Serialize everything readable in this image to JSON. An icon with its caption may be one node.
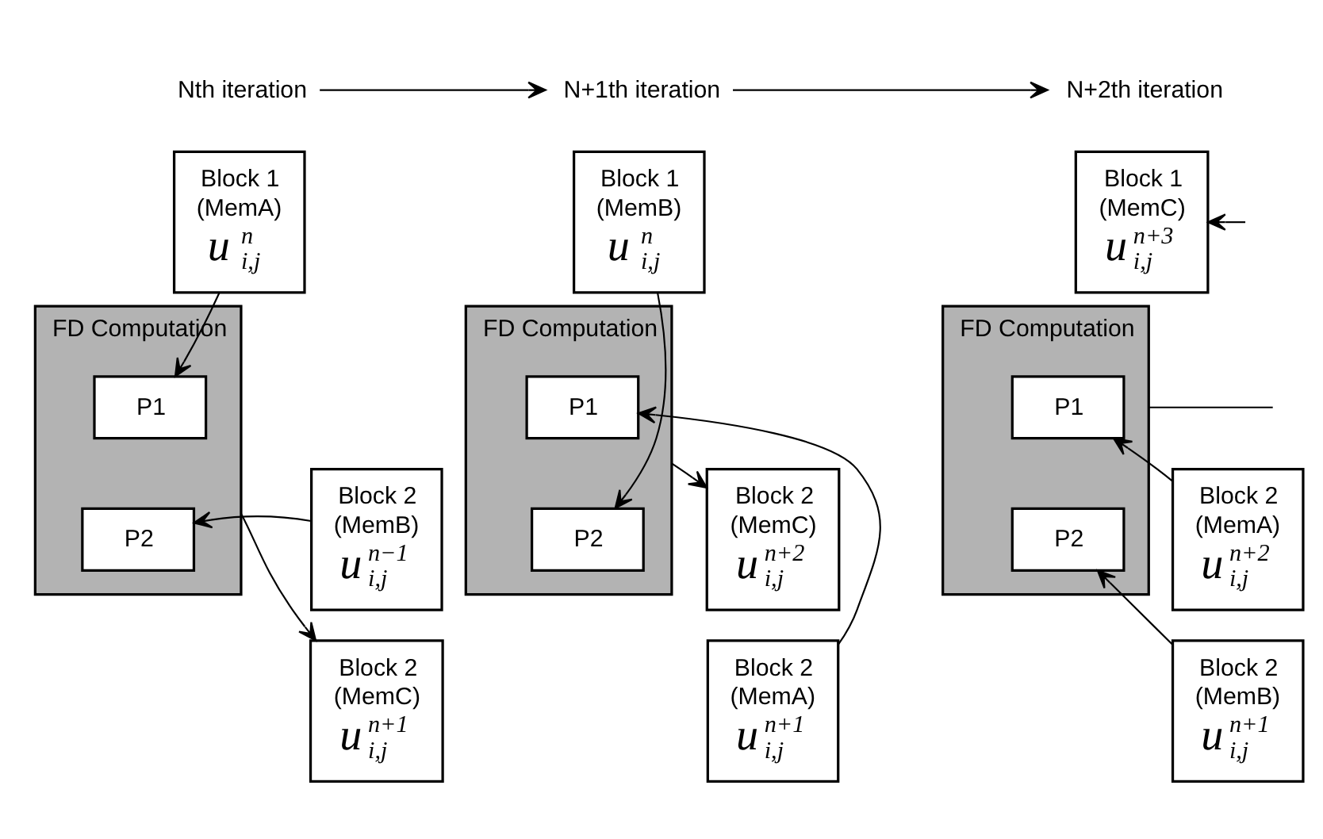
{
  "diagram": {
    "nodes": [
      {
        "text": [
          "Nth iteration"
        ]
      },
      {
        "text": [
          "N+1th iteration"
        ]
      },
      {
        "text": [
          "N+2th iteration"
        ]
      },
      {
        "text": [
          "Block 1",
          "(MemA)",
          "u$^{n}$$_{i,j}$"
        ]
      },
      {
        "text": [
          "FD Computation"
        ]
      },
      {
        "text": [
          "P1"
        ],
        "in": 4
      },
      {
        "text": [
          "P2"
        ],
        "in": 4
      },
      {
        "text": [
          "Block 2",
          "(MemB)",
          "u$^{n−1}$$_{i,j}$"
        ]
      },
      {
        "text": [
          "Block 2",
          "(MemC)",
          "u$^{n+1}$$_{i,j}$"
        ]
      },
      {
        "text": [
          "Block 1",
          "(MemB)",
          "u$^{n}$$_{i,j}$"
        ]
      },
      {
        "text": [
          "FD Computation"
        ]
      },
      {
        "text": [
          "P1"
        ],
        "in": 10
      },
      {
        "text": [
          "P2"
        ],
        "in": 10
      },
      {
        "text": [
          "Block 2",
          "(MemC)",
          "u$^{n+2}$$_{i,j}$"
        ]
      },
      {
        "text": [
          "Block 2",
          "(MemA)",
          "u$^{n+1}$$_{i,j}$"
        ]
      },
      {
        "text": [
          "Block 1",
          "(MemC)",
          "u$^{n+3}$$_{i,j}$"
        ]
      },
      {
        "text": [
          "FD Computation"
        ]
      },
      {
        "text": [
          "P1"
        ],
        "in": 16
      },
      {
        "text": [
          "Block 2",
          "(MemA)",
          "u$^{n+2}$$_{i,j}$"
        ]
      },
      {
        "text": [
          "P2"
        ],
        "in": 16
      },
      {
        "text": [
          "Block 2",
          "(MemB)",
          "u$^{n+1}$$_{i,j}$"
        ]
      }
    ],
    "edges": [
      {
        "from": 0,
        "to": 1,
        "arrow": "to"
      },
      {
        "from": 1,
        "to": 2,
        "arrow": "to"
      },
      {
        "from": 3,
        "to": 5,
        "arrow": "to"
      },
      {
        "from": 7,
        "to": 6,
        "arrow": "to"
      },
      {
        "from": 4,
        "to": 8,
        "arrow": "to"
      },
      {
        "from": 9,
        "to": 12,
        "arrow": "to"
      },
      {
        "from": 14,
        "to": 11,
        "arrow": "to"
      },
      {
        "from": 10,
        "to": 13,
        "arrow": "to"
      },
      {
        "from": null,
        "to": 15,
        "arrow": "to"
      },
      {
        "from": 18,
        "to": 17,
        "arrow": "to"
      },
      {
        "from": 20,
        "to": 19,
        "arrow": "to"
      },
      {
        "from": 16,
        "to": null,
        "arrow": "none"
      }
    ]
  }
}
